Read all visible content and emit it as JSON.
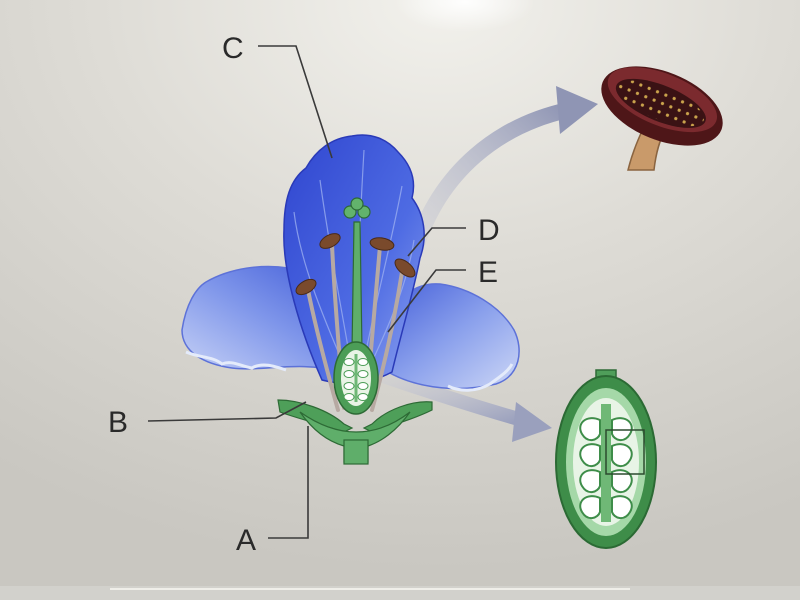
{
  "labels": {
    "a": "A",
    "b": "B",
    "c": "C",
    "d": "D",
    "e": "E"
  },
  "colors": {
    "background": "#dcdbd6",
    "petal_dark": "#3d55d8",
    "petal_light": "#b8c6f2",
    "stem_green": "#4a9a55",
    "ovary_green": "#5fae6a",
    "anther_brown": "#7a4a2c",
    "anther_maroon": "#5a1a1c",
    "pollen": "#c8a24a",
    "arrow_gray": "#a9adc2"
  }
}
